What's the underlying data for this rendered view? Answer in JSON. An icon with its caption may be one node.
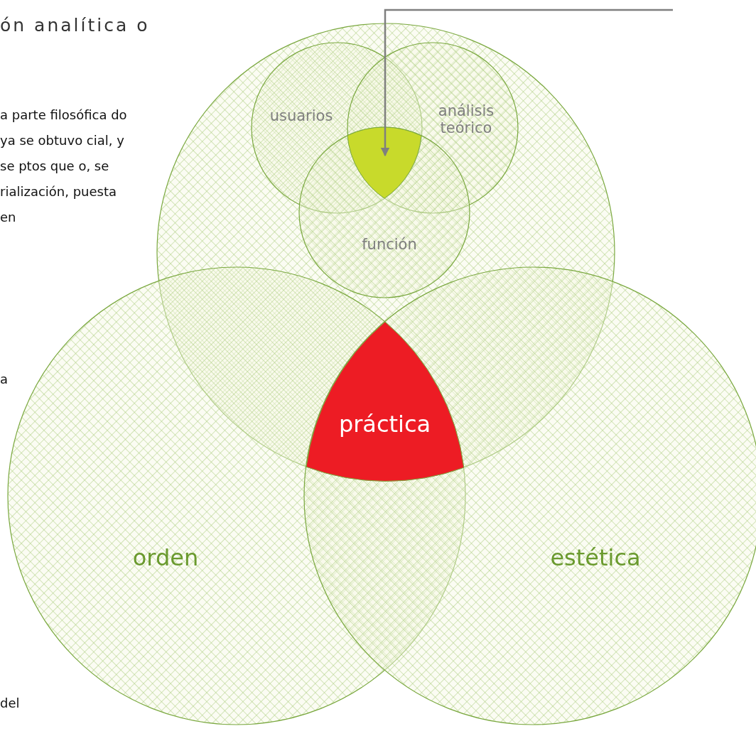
{
  "diagram": {
    "title": "ón analítica o",
    "nodes": [
      {
        "text": [],
        "shape": "circle"
      },
      {
        "text": [
          "usuarios"
        ],
        "in": 0
      },
      {
        "text": [
          "análisis teórico"
        ],
        "in": 0
      },
      {
        "text": [
          "función"
        ],
        "in": 0
      },
      {
        "text": [],
        "shape": "region"
      },
      {
        "text": [
          "práctica"
        ]
      },
      {
        "text": [
          "orden"
        ]
      },
      {
        "text": [
          "estética"
        ]
      }
    ],
    "edges": [
      {
        "from": null,
        "to": 4,
        "arrow": "to"
      }
    ],
    "labels": [
      "a parte filosófica do ya se obtuvo cial, y se ptos que o, se rialización, puesta en",
      "a",
      "del"
    ]
  }
}
